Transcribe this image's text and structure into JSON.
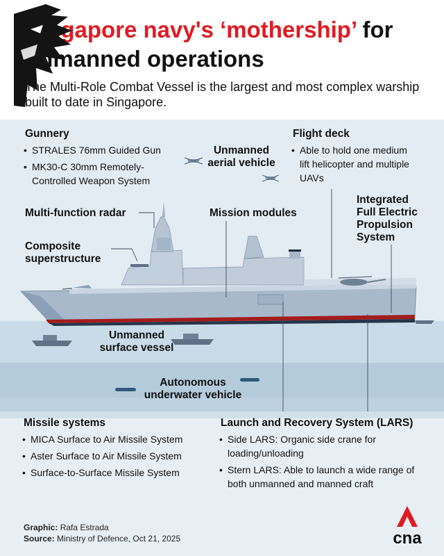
{
  "header": {
    "title_red": "Singapore navy's ‘mothership’",
    "title_rest_line1": " for",
    "title_line2": "unmanned operations",
    "subtitle": "The Multi-Role Combat Vessel is the largest and most complex warship built to date in Singapore."
  },
  "gunnery": {
    "heading": "Gunnery",
    "items": [
      "STRALES 76mm Guided Gun",
      "MK30-C 30mm Remotely-Controlled Weapon System"
    ]
  },
  "uav": {
    "label_line1": "Unmanned",
    "label_line2": "aerial vehicle"
  },
  "flight_deck": {
    "heading": "Flight deck",
    "items": [
      "Able to hold one medium lift helicopter and multiple UAVs"
    ]
  },
  "radar": {
    "label": "Multi-function radar"
  },
  "mission_modules": {
    "label": "Mission modules"
  },
  "propulsion": {
    "line1": "Integrated",
    "line2": "Full Electric",
    "line3": "Propulsion",
    "line4": "System"
  },
  "composite": {
    "line1": "Composite",
    "line2": "superstructure"
  },
  "usv": {
    "line1": "Unmanned",
    "line2": "surface vessel"
  },
  "auv": {
    "line1": "Autonomous",
    "line2": "underwater vehicle"
  },
  "missiles": {
    "heading": "Missile systems",
    "items": [
      "MICA Surface to Air Missile System",
      "Aster Surface to Air Missile System",
      "Surface-to-Surface Missile System"
    ]
  },
  "lars": {
    "heading": "Launch and Recovery System (LARS)",
    "items": [
      "Side LARS: Organic side crane for loading/unloading",
      "Stern LARS: Able to launch a wide range of both unmanned and manned craft"
    ]
  },
  "footer": {
    "graphic_key": "Graphic:",
    "graphic_value": "Rafa Estrada",
    "source_key": "Source:",
    "source_value": "Ministry of Defence, Oct 21, 2025"
  },
  "logo": {
    "text": "cna",
    "icon": "cna-logo-icon",
    "lion_icon": "lion-head-logo-icon"
  },
  "colors": {
    "accent_red": "#e01b22",
    "hull": "#b7c5d6",
    "sea_light": "#c6d8e6",
    "sea_deep": "#a9c3d6"
  }
}
